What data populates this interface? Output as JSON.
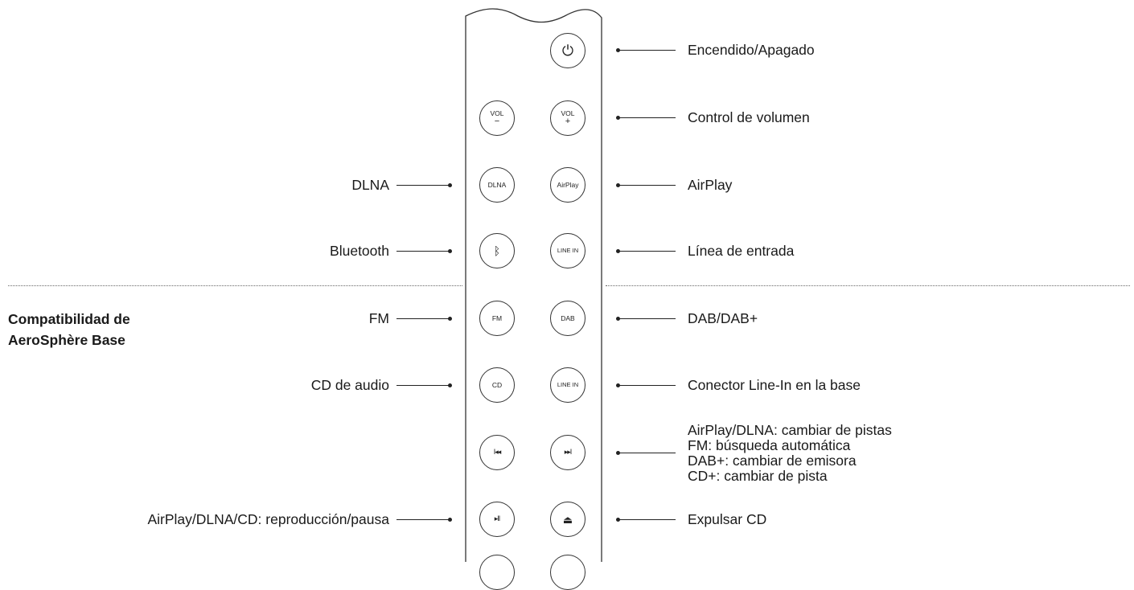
{
  "section": {
    "title": "Compatibilidad de\nAeroSphère Base"
  },
  "buttons": {
    "power": {
      "symbol": "⏻"
    },
    "vol_down": {
      "top": "VOL",
      "bottom": "−"
    },
    "vol_up": {
      "top": "VOL",
      "bottom": "+"
    },
    "dlna": {
      "text": "DLNA"
    },
    "airplay": {
      "text": "AirPlay"
    },
    "bluetooth": {
      "symbol": "ᛒ"
    },
    "line_in_1": {
      "text": "LINE IN"
    },
    "fm": {
      "text": "FM"
    },
    "dab": {
      "text": "DAB"
    },
    "cd": {
      "text": "CD"
    },
    "line_in_2": {
      "text": "LINE IN"
    },
    "prev": {
      "symbol": "I◂◂"
    },
    "next": {
      "symbol": "▸▸I"
    },
    "play_pause": {
      "symbol": "▸II"
    },
    "eject": {
      "symbol": "⏏"
    }
  },
  "labels_right": {
    "power": "Encendido/Apagado",
    "volume": "Control de volumen",
    "airplay": "AirPlay",
    "line_in": "Línea de entrada",
    "dab": "DAB/DAB+",
    "line_in_base": "Conector Line-In en la base",
    "skip": "AirPlay/DLNA: cambiar de pistas\nFM: búsqueda automática\nDAB+: cambiar de emisora\nCD+: cambiar de pista",
    "eject": "Expulsar CD"
  },
  "labels_left": {
    "dlna": "DLNA",
    "bluetooth": "Bluetooth",
    "fm": "FM",
    "cd": "CD de audio",
    "play_pause": "AirPlay/DLNA/CD: reproducción/pausa"
  }
}
